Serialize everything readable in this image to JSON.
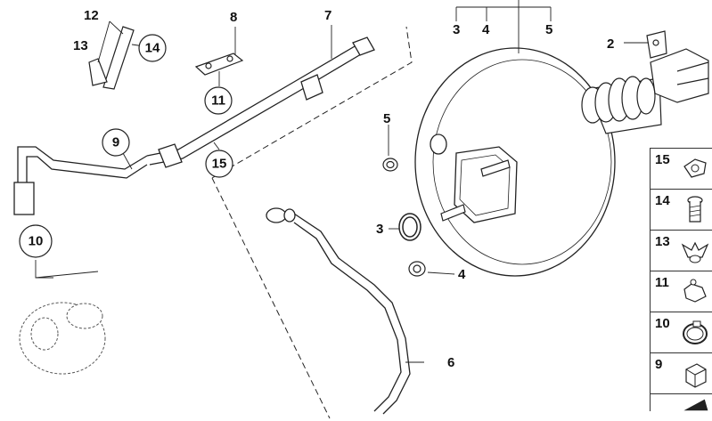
{
  "callouts": {
    "c2": "2",
    "c3a": "3",
    "c3b": "3",
    "c4a": "4",
    "c4b": "4",
    "c5a": "5",
    "c5b": "5",
    "c6": "6",
    "c7": "7",
    "c8": "8",
    "c9": "9",
    "c10": "10",
    "c11": "11",
    "c12": "12",
    "c13": "13",
    "c14": "14",
    "c15": "15"
  },
  "side_panel": {
    "items": [
      {
        "label": "15",
        "icon": "hose-clamp-icon"
      },
      {
        "label": "14",
        "icon": "screw-icon"
      },
      {
        "label": "13",
        "icon": "wing-clip-icon"
      },
      {
        "label": "11",
        "icon": "bracket-clip-icon"
      },
      {
        "label": "10",
        "icon": "hose-clamp-icon"
      },
      {
        "label": "9",
        "icon": "clip-icon"
      },
      {
        "label": "",
        "icon": "wedge-icon"
      }
    ]
  }
}
